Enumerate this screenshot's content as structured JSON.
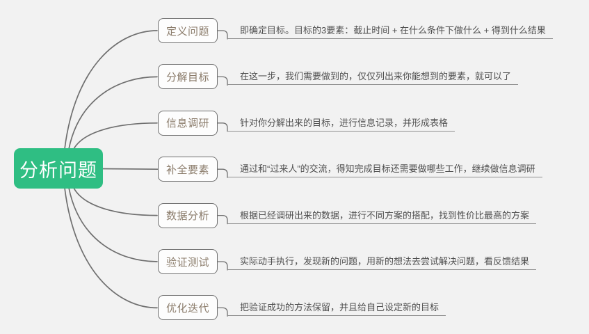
{
  "root": {
    "label": "分析问题"
  },
  "branches": [
    {
      "label": "定义问题",
      "note": "即确定目标。目标的3要素：截止时间 + 在什么条件下做什么 + 得到什么结果"
    },
    {
      "label": "分解目标",
      "note": "在这一步，我们需要做到的，仅仅列出来你能想到的要素，就可以了"
    },
    {
      "label": "信息调研",
      "note": "针对你分解出来的目标，进行信息记录，并形成表格"
    },
    {
      "label": "补全要素",
      "note": "通过和“过来人”的交流，得知完成目标还需要做哪些工作，继续做信息调研"
    },
    {
      "label": "数据分析",
      "note": "根据已经调研出来的数据，进行不同方案的搭配，找到性价比最高的方案"
    },
    {
      "label": "验证测试",
      "note": "实际动手执行，发现新的问题，用新的想法去尝试解决问题，看反馈结果"
    },
    {
      "label": "优化迭代",
      "note": "把验证成功的方法保留，并且给自己设定新的目标"
    }
  ],
  "colors": {
    "background": "#f2f2f2",
    "root_bg": "#2fbe83",
    "root_text": "#ffffff",
    "topic_border": "#6f6f6f",
    "topic_bg": "#fdfdfd",
    "topic_text": "#8b7c6b",
    "note_text": "#4f4f4f",
    "line": "#6f6f6f",
    "underline": "#8f8f8f"
  }
}
